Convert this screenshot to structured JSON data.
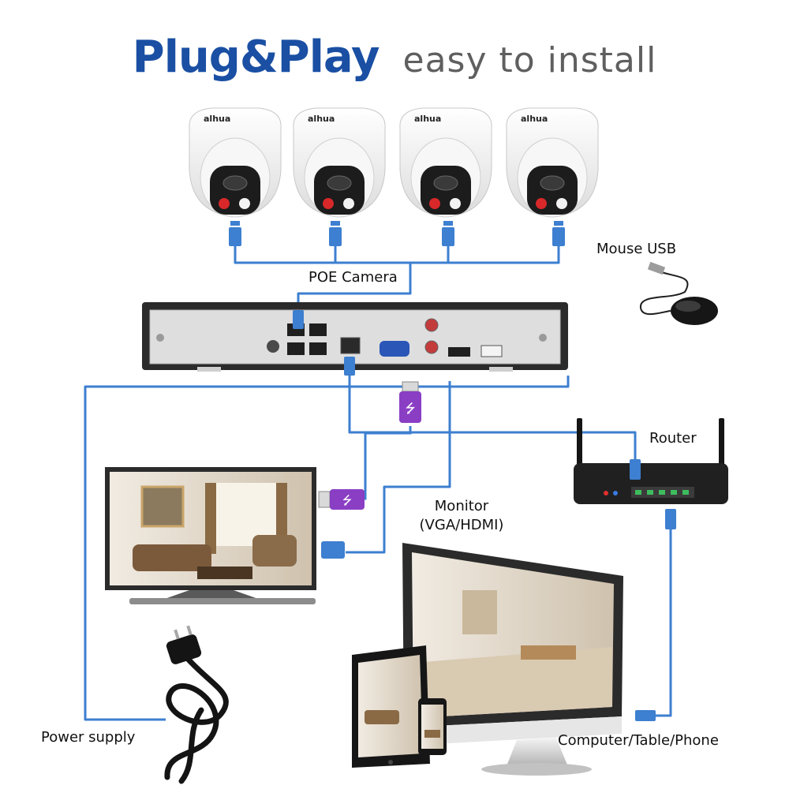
{
  "header": {
    "brand": "Plug&Play",
    "subtitle": "easy to install"
  },
  "cameras": {
    "count": 4,
    "brand_logo": "alhua"
  },
  "labels": {
    "poe_camera": "POE Camera",
    "mouse_usb": "Mouse USB",
    "router": "Router",
    "monitor_line1": "Monitor",
    "monitor_line2": "(VGA/HDMI)",
    "power_supply": "Power supply",
    "devices": "Computer/Table/Phone"
  },
  "colors": {
    "title_blue": "#1a4fa3",
    "cable_blue": "#3d7fd0",
    "usb_purple": "#8a3ec4",
    "nvr_body": "#2b2b2b",
    "nvr_panel": "#dedede"
  }
}
